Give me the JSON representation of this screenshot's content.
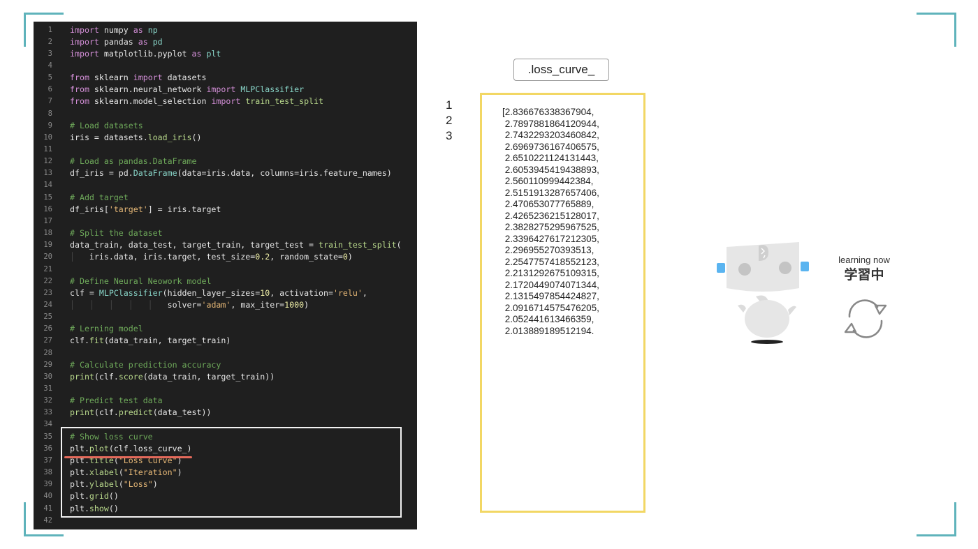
{
  "code": [
    {
      "n": "1",
      "h": "<span class='k'>import</span> numpy <span class='k'>as</span> <span class='m'>np</span>"
    },
    {
      "n": "2",
      "h": "<span class='k'>import</span> pandas <span class='k'>as</span> <span class='m'>pd</span>"
    },
    {
      "n": "3",
      "h": "<span class='k'>import</span> matplotlib.pyplot <span class='k'>as</span> <span class='m'>plt</span>"
    },
    {
      "n": "4",
      "h": ""
    },
    {
      "n": "5",
      "h": "<span class='k'>from</span> sklearn <span class='k'>import</span> datasets"
    },
    {
      "n": "6",
      "h": "<span class='k'>from</span> sklearn.neural_network <span class='k'>import</span> <span class='m'>MLPClassifier</span>"
    },
    {
      "n": "7",
      "h": "<span class='k'>from</span> sklearn.model_selection <span class='k'>import</span> <span class='f'>train_test_split</span>"
    },
    {
      "n": "8",
      "h": ""
    },
    {
      "n": "9",
      "h": "<span class='c'># Load datasets</span>"
    },
    {
      "n": "10",
      "h": "iris = datasets.<span class='f'>load_iris</span>()"
    },
    {
      "n": "11",
      "h": ""
    },
    {
      "n": "12",
      "h": "<span class='c'># Load as pandas.DataFrame</span>"
    },
    {
      "n": "13",
      "h": "df_iris = pd.<span class='m'>DataFrame</span>(data=iris.data, columns=iris.feature_names)"
    },
    {
      "n": "14",
      "h": ""
    },
    {
      "n": "15",
      "h": "<span class='c'># Add target</span>"
    },
    {
      "n": "16",
      "h": "df_iris[<span class='s'>'target'</span>] = iris.target"
    },
    {
      "n": "17",
      "h": ""
    },
    {
      "n": "18",
      "h": "<span class='c'># Split the dataset</span>"
    },
    {
      "n": "19",
      "h": "data_train, data_test, target_train, target_test = <span class='f'>train_test_split</span>("
    },
    {
      "n": "20",
      "h": "<span class='guide'>│</span>   iris.data, iris.target, test_size=<span class='n'>0.2</span>, random_state=<span class='n'>0</span>)"
    },
    {
      "n": "21",
      "h": ""
    },
    {
      "n": "22",
      "h": "<span class='c'># Define Neural Neowork model</span>"
    },
    {
      "n": "23",
      "h": "clf = <span class='m'>MLPClassifier</span>(hidden_layer_sizes=<span class='n'>10</span>, activation=<span class='s'>'relu'</span>,"
    },
    {
      "n": "24",
      "h": "<span class='guide'>│   │   │   │   │</span>   solver=<span class='s'>'adam'</span>, max_iter=<span class='n'>1000</span>)"
    },
    {
      "n": "25",
      "h": ""
    },
    {
      "n": "26",
      "h": "<span class='c'># Lerning model</span>"
    },
    {
      "n": "27",
      "h": "clf.<span class='f'>fit</span>(data_train, target_train)"
    },
    {
      "n": "28",
      "h": ""
    },
    {
      "n": "29",
      "h": "<span class='c'># Calculate prediction accuracy</span>"
    },
    {
      "n": "30",
      "h": "<span class='f'>print</span>(clf.<span class='f'>score</span>(data_train, target_train))"
    },
    {
      "n": "31",
      "h": ""
    },
    {
      "n": "32",
      "h": "<span class='c'># Predict test data</span>"
    },
    {
      "n": "33",
      "h": "<span class='f'>print</span>(clf.<span class='f'>predict</span>(data_test))"
    },
    {
      "n": "34",
      "h": ""
    },
    {
      "n": "35",
      "h": "<span class='c'># Show loss curve</span>"
    },
    {
      "n": "36",
      "h": "plt.<span class='f'>plot</span>(clf.loss_curve_)"
    },
    {
      "n": "37",
      "h": "plt.<span class='f'>title</span>(<span class='s'>\"Loss Curve\"</span>)"
    },
    {
      "n": "38",
      "h": "plt.<span class='f'>xlabel</span>(<span class='s'>\"Iteration\"</span>)"
    },
    {
      "n": "39",
      "h": "plt.<span class='f'>ylabel</span>(<span class='s'>\"Loss\"</span>)"
    },
    {
      "n": "40",
      "h": "plt.<span class='f'>grid</span>()"
    },
    {
      "n": "41",
      "h": "plt.<span class='f'>show</span>()"
    },
    {
      "n": "42",
      "h": ""
    }
  ],
  "label": ".loss_curve_",
  "output_line_numbers": [
    "1",
    "2",
    "3"
  ],
  "output_values": [
    "[2.836676338367904,",
    " 2.7897881864120944,",
    " 2.7432293203460842,",
    " 2.6969736167406575,",
    " 2.6510221124131443,",
    " 2.6053945419438893,",
    " 2.560110999442384,",
    " 2.5151913287657406,",
    " 2.470653077765889,",
    " 2.4265236215128017,",
    " 2.3828275295967525,",
    " 2.3396427617212305,",
    " 2.296955270393513,",
    " 2.2547757418552123,",
    " 2.2131292675109315,",
    " 2.1720449074071344,",
    " 2.1315497854424827,",
    " 2.0916714575476205,",
    " 2.052441613466359,",
    " 2.013889189512194."
  ],
  "status": {
    "en": "learning now",
    "jp": "学習中"
  },
  "colors": {
    "accent": "#5fb3bb",
    "output_border": "#f2d764",
    "underline": "#e46a5b",
    "robot_ear": "#5ab4f0"
  }
}
